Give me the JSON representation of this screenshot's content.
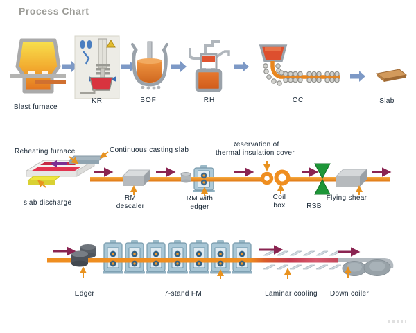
{
  "title": "Process Chart",
  "colors": {
    "strip_orange": "#ef8e20",
    "arrow_blue": "#7d99c6",
    "arrow_maroon": "#8a2451",
    "rsb_green": "#1d9638",
    "strip_red": "#c73a4e",
    "hot_slab_red": "#e23450",
    "cold_slab_yellow": "#ece43e",
    "label_color": "#132231",
    "title_color": "#8b8b86"
  },
  "row1": {
    "stages": [
      {
        "label": "Blast furnace"
      },
      {
        "label": "KR"
      },
      {
        "label": "BOF"
      },
      {
        "label": "RH"
      },
      {
        "label": "CC"
      },
      {
        "label": "Slab"
      }
    ]
  },
  "row2": {
    "labels": {
      "reheating_furnace": "Reheating furnace",
      "continuous_casting_slab": "Continuous casting slab",
      "reservation_line1": "Reservation of",
      "reservation_line2": "thermal insulation cover",
      "slab_discharge": "slab discharge",
      "rm_descaler_line1": "RM",
      "rm_descaler_line2": "descaler",
      "rm_edger_line1": "RM with",
      "rm_edger_line2": "edger",
      "coil_box_line1": "Coil",
      "coil_box_line2": "box",
      "rsb": "RSB",
      "flying_shear": "Flying shear"
    }
  },
  "row3": {
    "labels": {
      "edger": "Edger",
      "seven_stand_fm": "7-stand FM",
      "laminar_cooling": "Laminar cooling",
      "down_coiler": "Down coiler"
    }
  }
}
